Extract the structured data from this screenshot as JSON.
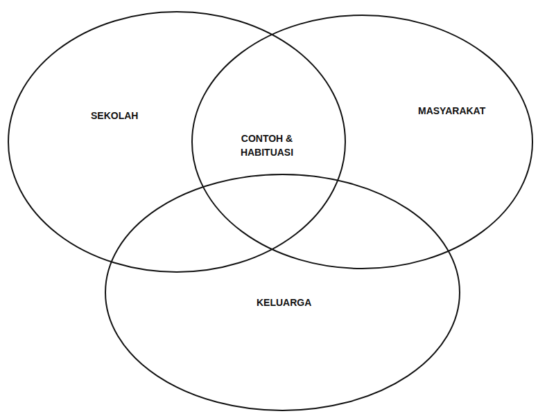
{
  "diagram": {
    "nodes": [
      {
        "text": [
          "SEKOLAH"
        ]
      },
      {
        "text": [
          "MASYARAKAT"
        ]
      },
      {
        "text": [
          "KELUARGA"
        ]
      }
    ],
    "labels": [
      "CONTOH & HABITUASI"
    ]
  }
}
